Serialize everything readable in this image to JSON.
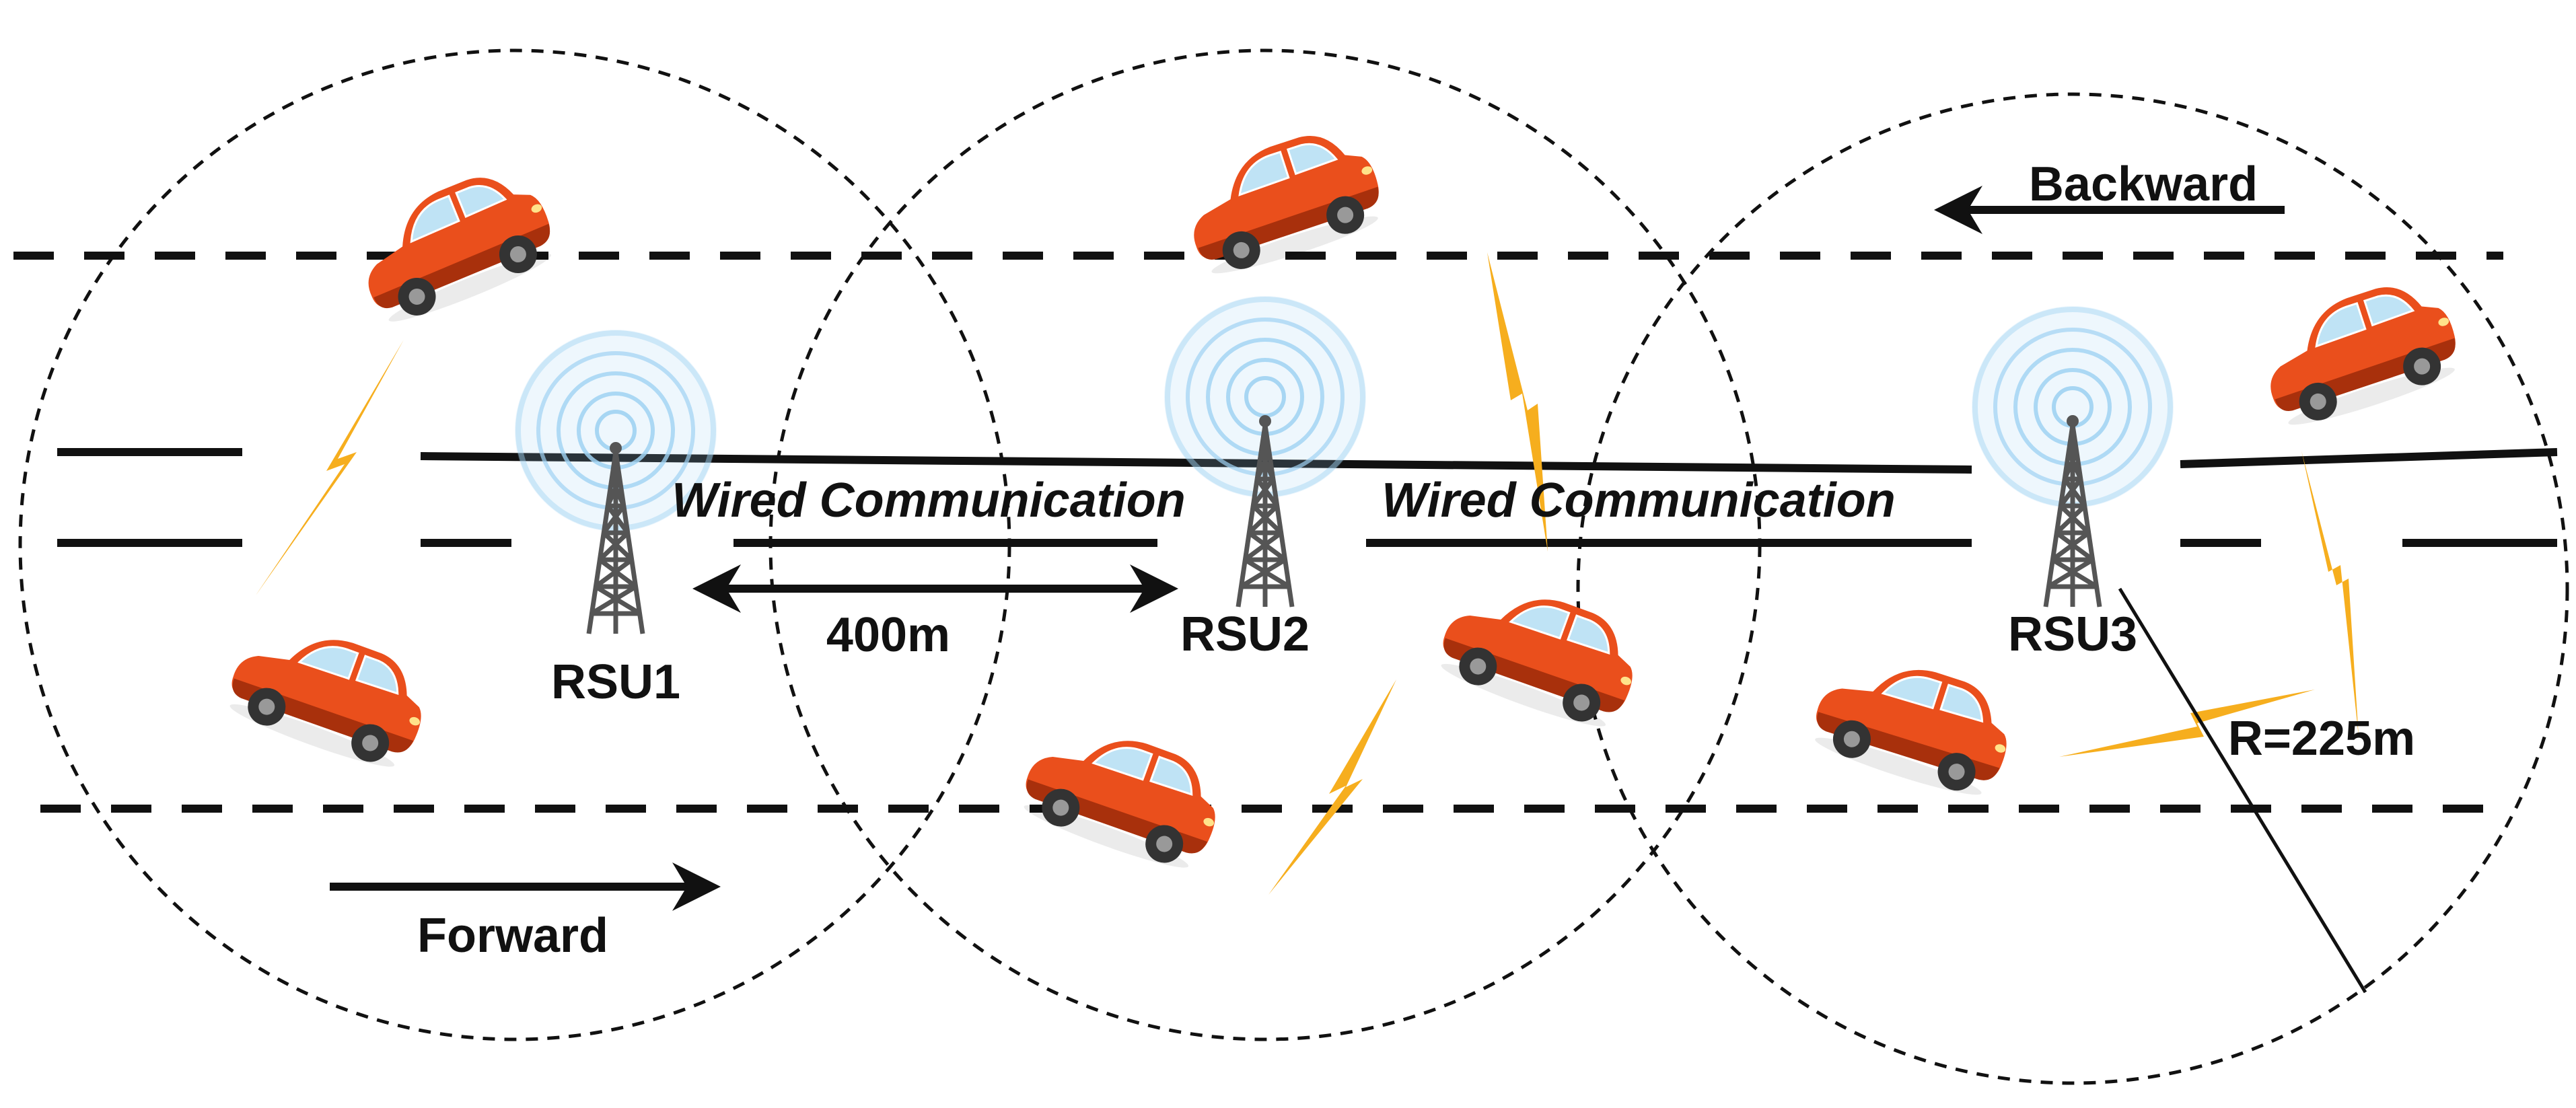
{
  "colors": {
    "car_body": "#ea4f1c",
    "car_dark": "#a8300c",
    "car_window": "#bfe3f5",
    "lightning": "#f6ae1e",
    "signal": "#9fd2f2",
    "tower": "#555555",
    "line": "#111111"
  },
  "labels": {
    "rsu1": "RSU1",
    "rsu2": "RSU2",
    "rsu3": "RSU3",
    "wired1": "Wired Communication",
    "wired2": "Wired Communication",
    "distance": "400m",
    "radius": "R=225m",
    "forward": "Forward",
    "backward": "Backward"
  },
  "icons": {
    "car": "car-icon",
    "tower": "rsu-tower-icon",
    "signal": "signal-waves-icon",
    "link": "lightning-icon",
    "arrow": "arrow-icon"
  }
}
